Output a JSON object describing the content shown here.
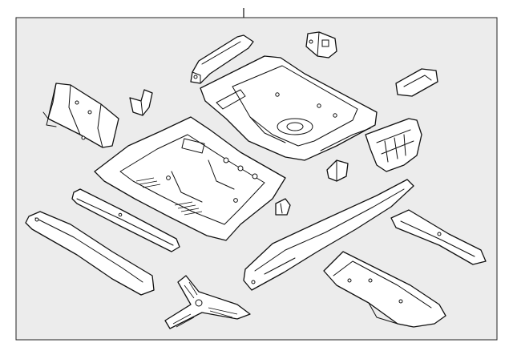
{
  "diagram": {
    "style": "exploded parts line drawing",
    "background": "#ffffff",
    "frame_color": "#ececec",
    "line_color": "#111111",
    "parts": [
      {
        "name": "left-side-bracket",
        "icon": "bracket-part"
      },
      {
        "name": "small-gusset",
        "icon": "gusset-part"
      },
      {
        "name": "upper-long-bracket",
        "icon": "bracket-part"
      },
      {
        "name": "spare-tire-well-pan",
        "icon": "floor-pan-part"
      },
      {
        "name": "top-right-clip",
        "icon": "clip-part"
      },
      {
        "name": "small-reinforcement-right",
        "icon": "reinforcement-part"
      },
      {
        "name": "rear-corner-panel-right",
        "icon": "panel-part"
      },
      {
        "name": "front-floor-pan",
        "icon": "floor-pan-part"
      },
      {
        "name": "small-clip-center",
        "icon": "clip-part"
      },
      {
        "name": "small-bracket-mid",
        "icon": "bracket-part"
      },
      {
        "name": "left-rail",
        "icon": "rail-part"
      },
      {
        "name": "crossmember-rail",
        "icon": "rail-part"
      },
      {
        "name": "right-long-rail",
        "icon": "rail-part"
      },
      {
        "name": "right-cross-brace",
        "icon": "brace-part"
      },
      {
        "name": "three-arm-bracket",
        "icon": "bracket-part"
      },
      {
        "name": "lower-right-extension",
        "icon": "extension-part"
      }
    ]
  }
}
